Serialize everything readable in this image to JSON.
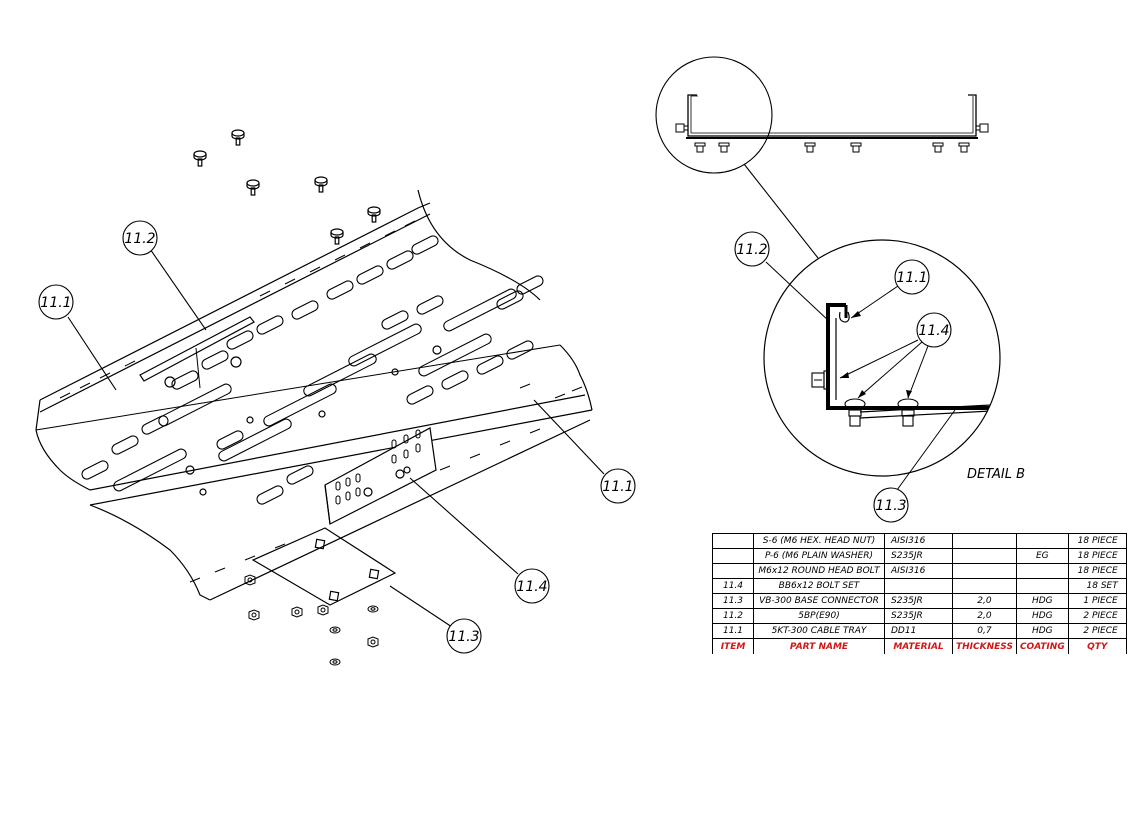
{
  "callouts": {
    "main_11_2": "11.2",
    "main_11_1_left": "11.1",
    "main_11_1_right": "11.1",
    "main_11_4": "11.4",
    "main_11_3": "11.3",
    "detail_11_2": "11.2",
    "detail_11_1": "11.1",
    "detail_11_4": "11.4",
    "detail_11_3": "11.3"
  },
  "detail_title": "DETAIL B",
  "bom": {
    "rows": [
      {
        "item": "",
        "part": "S-6 (M6 HEX. HEAD NUT)",
        "material": "AISI316",
        "thickness": "",
        "coating": "",
        "qty": "18 PIECE"
      },
      {
        "item": "",
        "part": "P-6 (M6 PLAIN WASHER)",
        "material": "S235JR",
        "thickness": "",
        "coating": "EG",
        "qty": "18 PIECE"
      },
      {
        "item": "",
        "part": "M6x12 ROUND HEAD BOLT",
        "material": "AISI316",
        "thickness": "",
        "coating": "",
        "qty": "18 PIECE"
      },
      {
        "item": "11.4",
        "part": "BB6x12 BOLT SET",
        "material": "",
        "thickness": "",
        "coating": "",
        "qty": "18 SET"
      },
      {
        "item": "11.3",
        "part": "VB-300 BASE CONNECTOR",
        "material": "S235JR",
        "thickness": "2,0",
        "coating": "HDG",
        "qty": "1 PIECE"
      },
      {
        "item": "11.2",
        "part": "5BP(E90)",
        "material": "S235JR",
        "thickness": "2,0",
        "coating": "HDG",
        "qty": "2 PIECE"
      },
      {
        "item": "11.1",
        "part": "5KT-300 CABLE TRAY",
        "material": "DD11",
        "thickness": "0,7",
        "coating": "HDG",
        "qty": "2 PIECE"
      }
    ],
    "header": {
      "item": "ITEM",
      "part": "PART NAME",
      "material": "MATERIAL",
      "thickness": "THICKNESS",
      "coating": "COATING",
      "qty": "QTY"
    }
  },
  "colors": {
    "line": "#000000",
    "header_text": "#d01818",
    "background": "#ffffff"
  }
}
